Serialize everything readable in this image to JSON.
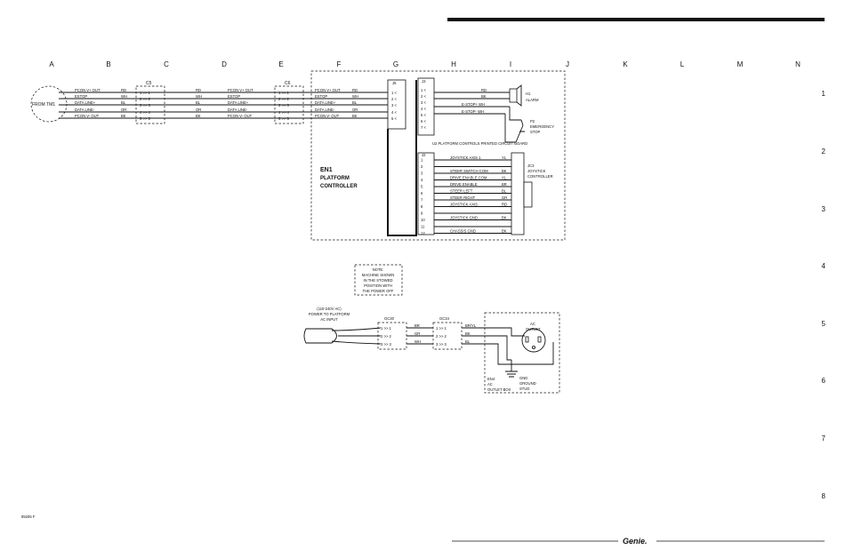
{
  "columns": [
    "A",
    "B",
    "C",
    "D",
    "E",
    "F",
    "G",
    "H",
    "I",
    "J",
    "K",
    "L",
    "M",
    "N"
  ],
  "rows": [
    "1",
    "2",
    "3",
    "4",
    "5",
    "6",
    "7",
    "8"
  ],
  "doc_number": "85265 F",
  "brand": "Genie.",
  "platform": {
    "label_line1": "EN1",
    "label_line2": "PLATFORM",
    "label_line3": "CONTROLLER"
  },
  "from_tm_label": "FROM TM1",
  "connectors": {
    "c1": "C5",
    "c2": "C6",
    "j1": "J5",
    "j2": "J3",
    "j3": "J2",
    "gc1": "GC30",
    "gc2": "GC34"
  },
  "upper_wires": {
    "left": [
      "PCON V+ OUT",
      "ESTOP",
      "DATA LINE+",
      "DATA LINE-",
      "PCON V- OUT"
    ],
    "colors_b": [
      "RD",
      "WH",
      "BL",
      "OR",
      "BK"
    ],
    "mid": [
      "PCON V+ OUT",
      "ESTOP",
      "DATA LINE+",
      "DATA LINE-",
      "PCON V- OUT"
    ],
    "colors_d": [
      "RD",
      "WH",
      "BL",
      "OR",
      "BK"
    ],
    "right": [
      "PCON V+ OUT",
      "ESTOP",
      "DATA LINE+",
      "DATA LINE-",
      "PCON V- OUT"
    ],
    "colors_f": [
      "RD",
      "WH",
      "BL",
      "OR",
      "BK"
    ]
  },
  "alarm": {
    "colors": [
      "RD",
      "BK"
    ],
    "signals": [
      "E-STOP+ WH",
      "E-STOP- WH"
    ],
    "h1_label": "H1",
    "h1_text": "ALARM",
    "p2_label": "P2",
    "p2_text1": "EMERGENCY",
    "p2_text2": "STOP"
  },
  "u2_label": "U2 PLATFORM CONTROLS PRINTED CIRCUIT BOARD",
  "joystick": {
    "pins": [
      "1",
      "2",
      "3",
      "4",
      "5",
      "6",
      "7",
      "8",
      "9",
      "10",
      "11",
      "12"
    ],
    "signals": [
      "JOYSTICK AXIS 1",
      "",
      "STEER SWITCH COM",
      "DRIVE ENABLE COM",
      "DRIVE ENABLE",
      "STEER LEFT",
      "STEER RIGHT",
      "JOYSTICK AXIS",
      "",
      "JOYSTICK GND",
      "",
      "CHASSIS GND"
    ],
    "colors": [
      "YL",
      "",
      "BK",
      "YL",
      "BR",
      "BL",
      "GR",
      "RD",
      "",
      "BK",
      "",
      "BK"
    ],
    "title1": "JC3",
    "title2": "JOYSTICK",
    "title3": "CONTROLLER"
  },
  "note_lines": [
    "NOTE:",
    "MACHINE SHOWN",
    "IN THE STOWED",
    "POSITION WITH",
    "THE POWER OFF"
  ],
  "ac": {
    "input_line1": "(110-240V AC)",
    "input_line2": "POWER TO PLATFORM",
    "input_line3": "AC INPUT",
    "colors_mid": [
      "BR",
      "GR",
      "WH"
    ],
    "colors_right": [
      "BR/YL",
      "BK",
      "BL"
    ],
    "outlet_line1": "AC",
    "outlet_line2": "OUTLET",
    "gnd_line1": "GND",
    "gnd_line2": "GROUND",
    "gnd_line3": "STUD",
    "box_line1": "EN4",
    "box_line2": "AC",
    "box_line3": "OUTLET BOX"
  }
}
